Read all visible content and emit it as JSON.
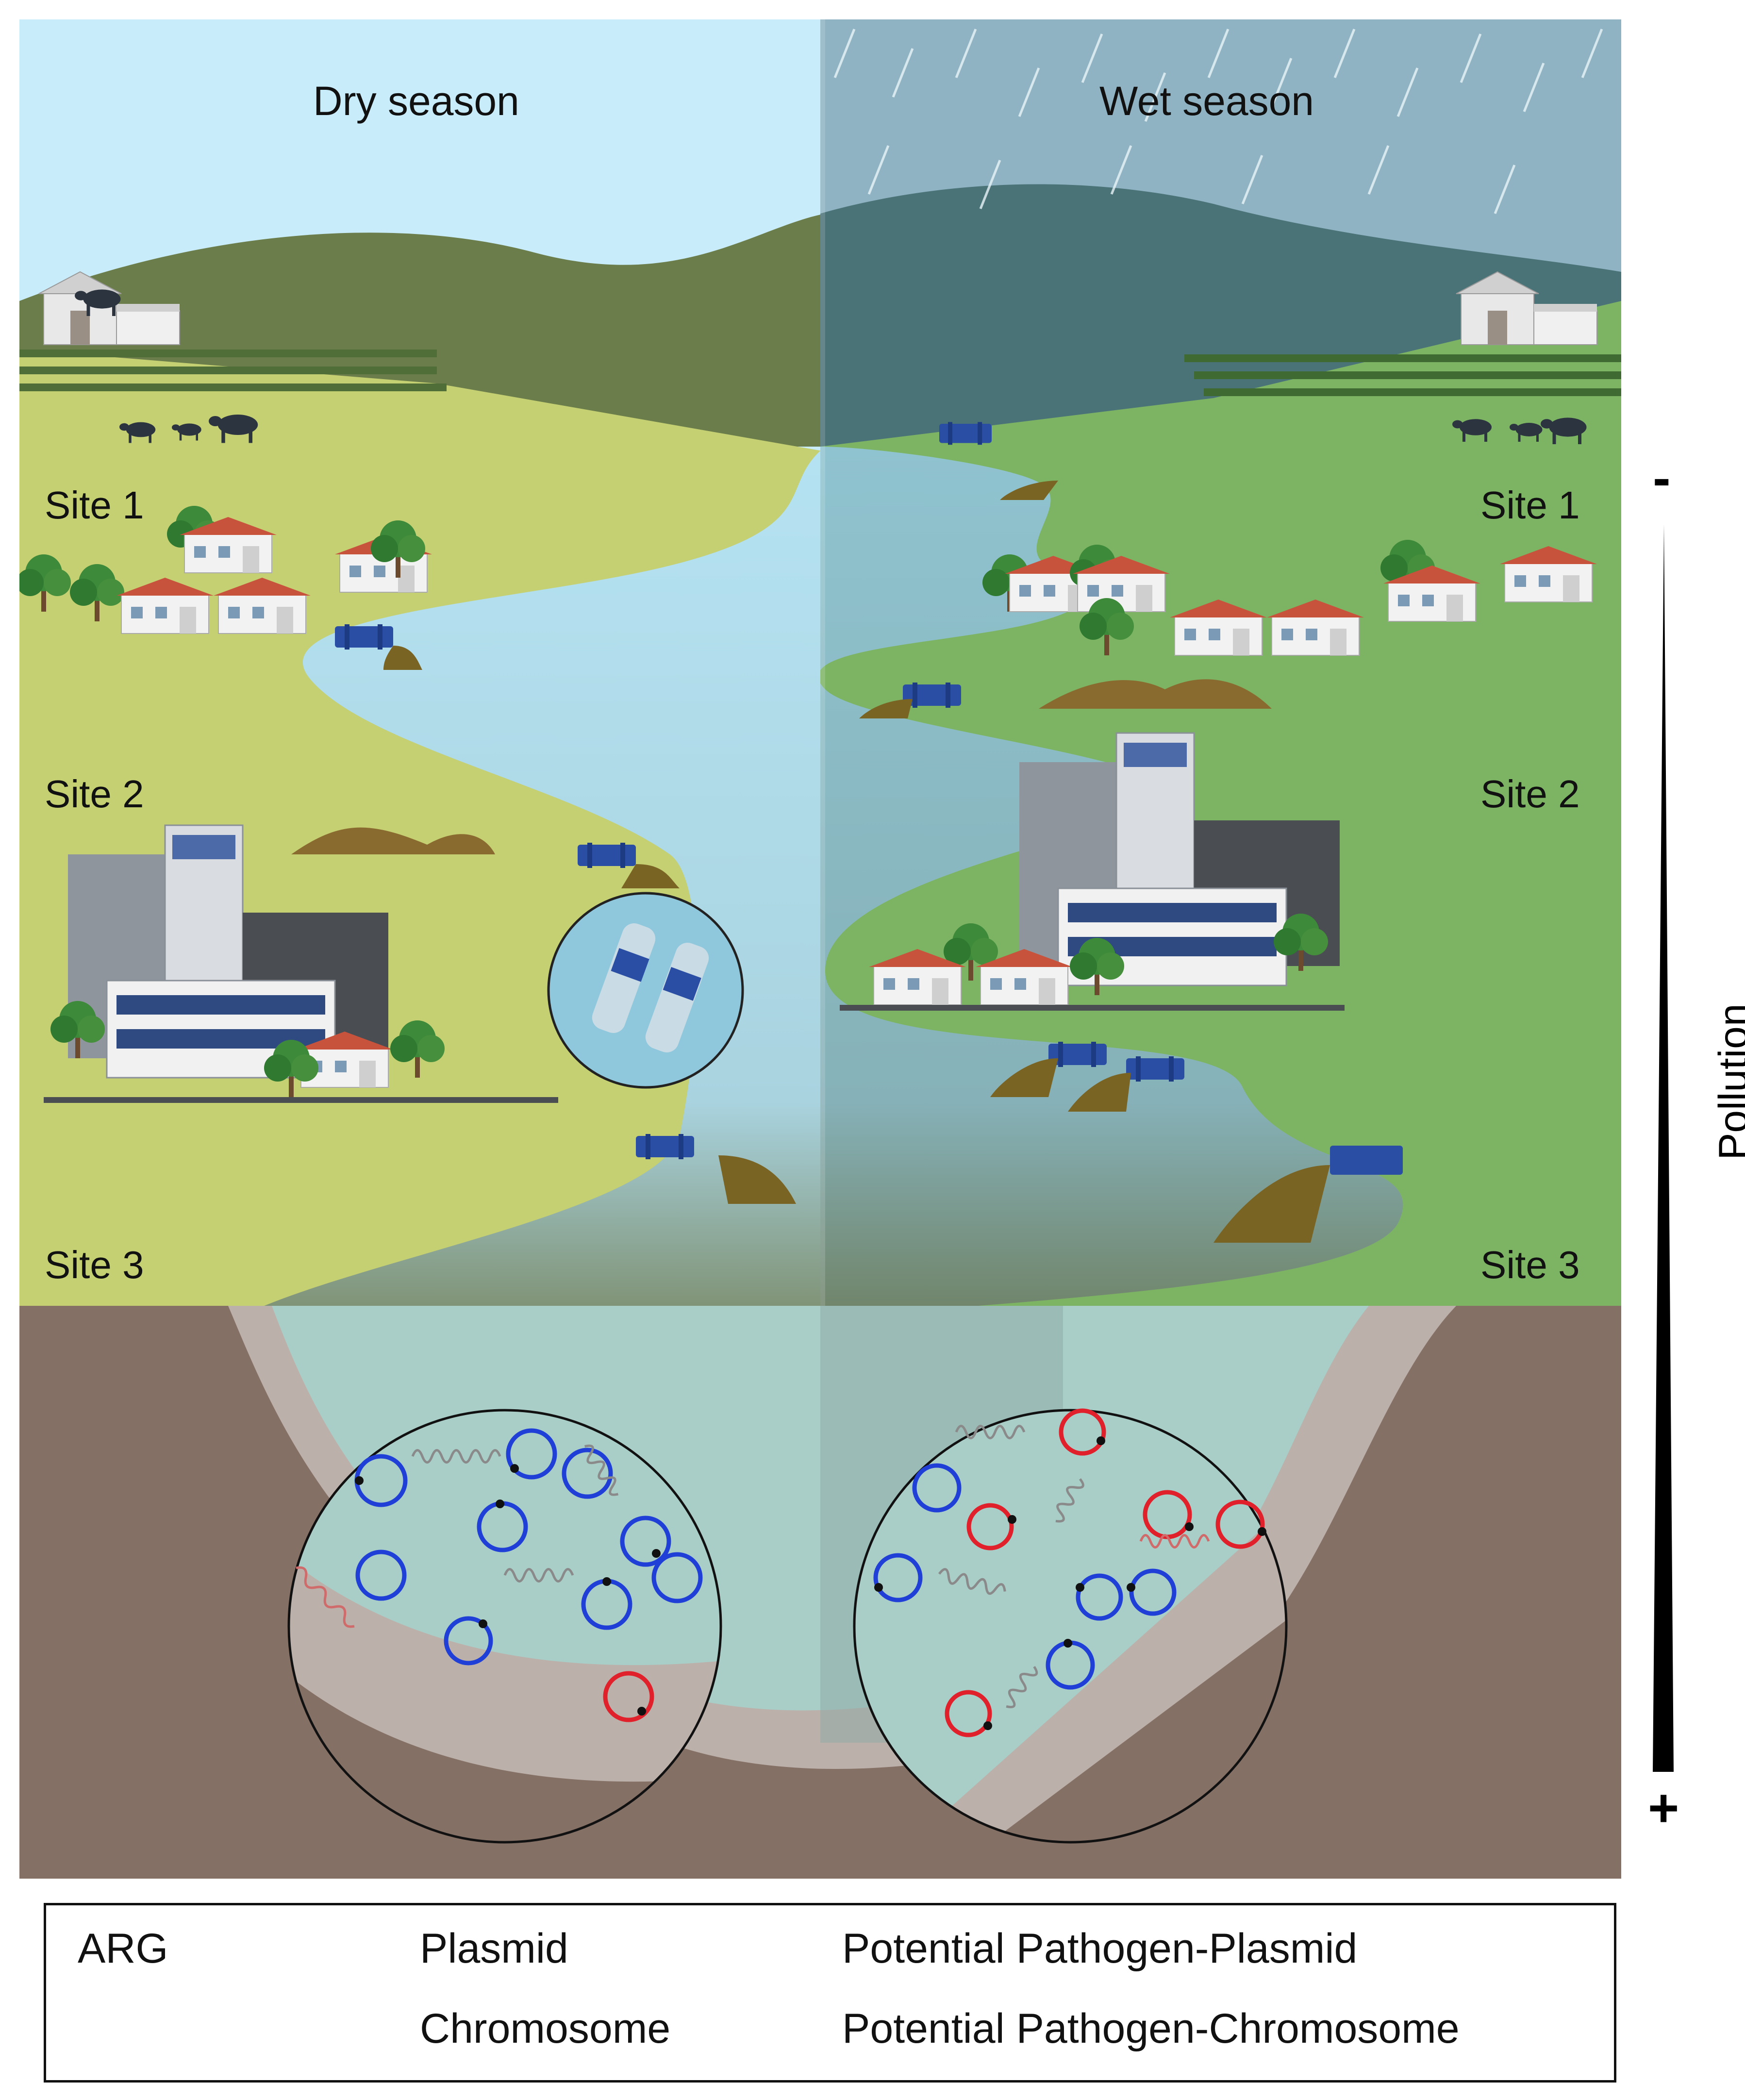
{
  "seasons": {
    "dry": "Dry season",
    "wet": "Wet season"
  },
  "sites": {
    "left": [
      "Site 1",
      "Site 2",
      "Site 3"
    ],
    "right": [
      "Site 1",
      "Site 2",
      "Site 3"
    ]
  },
  "pollution_axis": {
    "label": "Pollution",
    "top_sign": "-",
    "bottom_sign": "+"
  },
  "legend": {
    "arg": "ARG",
    "plasmid": "Plasmid",
    "chromosome": "Chromosome",
    "pathogen_plasmid": "Potential Pathogen-Plasmid",
    "pathogen_chromosome": "Potential Pathogen-Chromosome"
  },
  "colors": {
    "plasmid": "#1f3fd6",
    "pathogen": "#e0202a",
    "chromosome": "#8a8a8a",
    "dry_sky": "#c8ecf9",
    "wet_sky": "#8fb3c2",
    "dry_land": "#c5d072",
    "wet_land": "#7cb463",
    "river": "#b5e2f2",
    "sediment": "#857066"
  },
  "icons": [
    "farm-icon",
    "cow-icon",
    "house-icon",
    "city-icon",
    "pipe-icon",
    "bottle-icon",
    "rain-icon"
  ]
}
